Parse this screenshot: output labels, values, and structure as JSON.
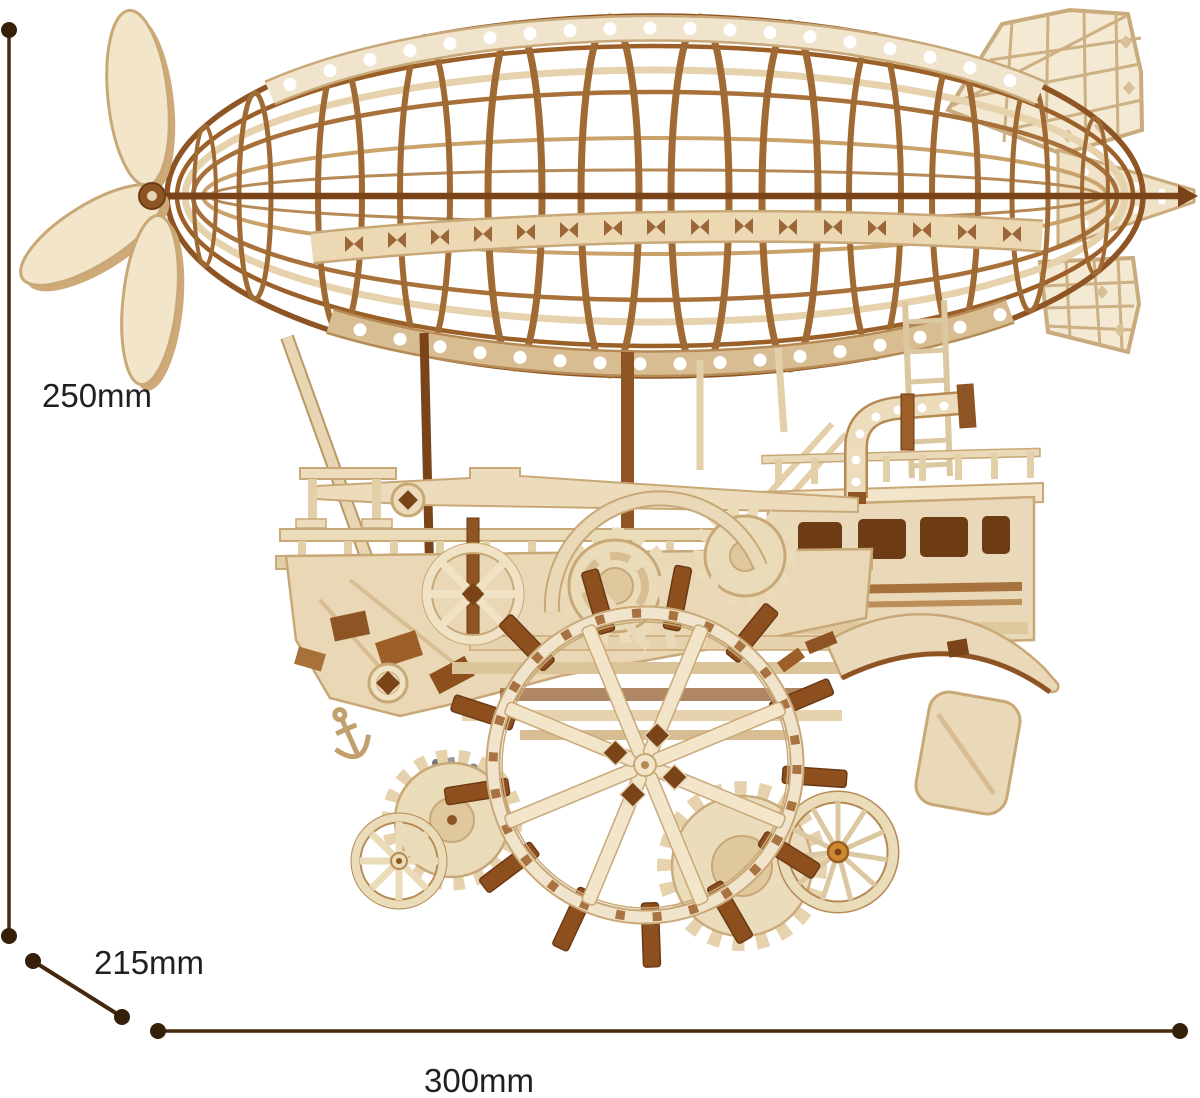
{
  "page": {
    "background_color": "#ffffff"
  },
  "diagram": {
    "type": "product-dimension-diagram",
    "subject": "Wooden mechanical airship 3D puzzle model: wireframe zeppelin balloon with nose propeller, lattice tail fins, and a steampunk paddle-wheel gondola vehicle with cabin, chimney, gears and spoked wheels",
    "dimensions": {
      "height": {
        "label": "250mm",
        "axis": "vertical"
      },
      "depth": {
        "label": "215mm",
        "axis": "diagonal"
      },
      "width": {
        "label": "300mm",
        "axis": "horizontal"
      }
    },
    "colors": {
      "annotation_line": "#46280f",
      "annotation_dot": "#36200a",
      "label_text": "#231f20",
      "wood_light": "#f0e2c4",
      "wood_cream": "#f4e9d2",
      "wood_mid": "#e6d2ac",
      "wood_tan": "#d9bd92",
      "wood_shadow": "#c9a877",
      "wood_brown": "#9b5f27",
      "wood_brown_dark": "#7a4418",
      "paddle_brown": "#8e4f1f",
      "hub_orange": "#cf8a2e",
      "metal_grey": "#9a9a98"
    }
  }
}
